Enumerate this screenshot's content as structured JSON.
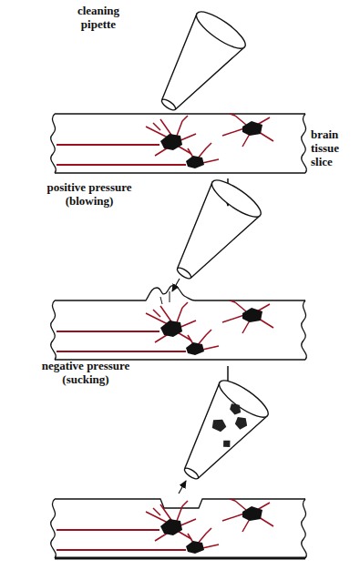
{
  "diagram": {
    "labels": [
      "cleaning pipette",
      "brain tissue slice",
      "positive pressure (blowing)",
      "negative pressure (sucking)"
    ]
  }
}
